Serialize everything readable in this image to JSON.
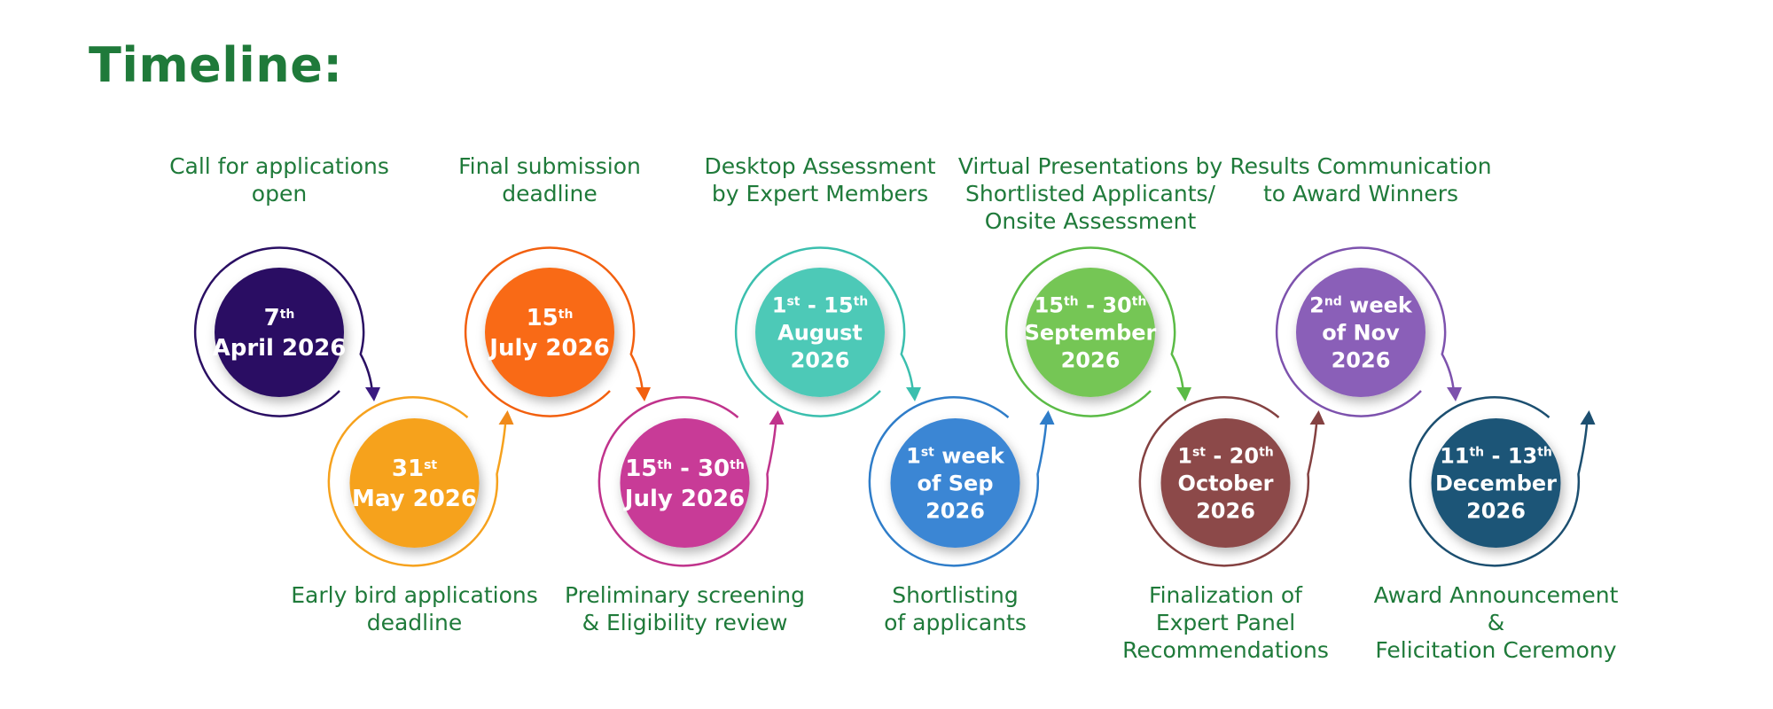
{
  "header": {
    "title": "Timeline:"
  },
  "milestones": [
    {
      "label_lines": [
        "Call for applications",
        "open"
      ],
      "date_lines": [
        [
          [
            "7",
            ""
          ],
          [
            "th",
            "sup"
          ]
        ],
        [
          [
            "April 2026",
            ""
          ]
        ]
      ],
      "color": "#2a0f63",
      "ring": "#2a0f63",
      "arrow": "#3a1a80"
    },
    {
      "label_lines": [
        "Early bird applications",
        "deadline"
      ],
      "date_lines": [
        [
          [
            "31",
            ""
          ],
          [
            "st",
            "sup"
          ]
        ],
        [
          [
            "May 2026",
            ""
          ]
        ]
      ],
      "color": "#f6a21e",
      "ring": "#f6a21e",
      "arrow": "#f08a1a"
    },
    {
      "label_lines": [
        "Final submission",
        "deadline"
      ],
      "date_lines": [
        [
          [
            "15",
            ""
          ],
          [
            "th",
            "sup"
          ]
        ],
        [
          [
            "July 2026",
            ""
          ]
        ]
      ],
      "color": "#f96a12",
      "ring": "#f2600f",
      "arrow": "#f2600f"
    },
    {
      "label_lines": [
        "Preliminary screening",
        "& Eligibility review"
      ],
      "date_lines": [
        [
          [
            "15",
            ""
          ],
          [
            "th",
            "sup"
          ],
          [
            " - 30",
            ""
          ],
          [
            "th",
            "sup"
          ]
        ],
        [
          [
            "July 2026",
            ""
          ]
        ]
      ],
      "color": "#c83b97",
      "ring": "#c0338c",
      "arrow": "#c0338c"
    },
    {
      "label_lines": [
        "Desktop Assessment",
        "by Expert Members"
      ],
      "date_lines": [
        [
          [
            "1",
            ""
          ],
          [
            "st",
            "sup"
          ],
          [
            " - 15",
            ""
          ],
          [
            "th",
            "sup"
          ]
        ],
        [
          [
            "August",
            ""
          ]
        ],
        [
          [
            "2026",
            ""
          ]
        ]
      ],
      "color": "#4ec9b7",
      "ring": "#3bbfae",
      "arrow": "#3bbfae"
    },
    {
      "label_lines": [
        "Shortlisting",
        "of applicants"
      ],
      "date_lines": [
        [
          [
            "1",
            ""
          ],
          [
            "st",
            "sup"
          ],
          [
            " week",
            ""
          ]
        ],
        [
          [
            "of Sep",
            ""
          ]
        ],
        [
          [
            "2026",
            ""
          ]
        ]
      ],
      "color": "#3b86d4",
      "ring": "#2f7dc9",
      "arrow": "#2f7dc9"
    },
    {
      "label_lines": [
        "Virtual Presentations by",
        "Shortlisted Applicants/",
        "Onsite Assessment"
      ],
      "date_lines": [
        [
          [
            "15",
            ""
          ],
          [
            "th",
            "sup"
          ],
          [
            " - 30",
            ""
          ],
          [
            "th",
            "sup"
          ]
        ],
        [
          [
            "September",
            ""
          ]
        ],
        [
          [
            "2026",
            ""
          ]
        ]
      ],
      "color": "#74c655",
      "ring": "#5bbb46",
      "arrow": "#5bbb46"
    },
    {
      "label_lines": [
        "Finalization of",
        "Expert Panel",
        "Recommendations"
      ],
      "date_lines": [
        [
          [
            "1",
            ""
          ],
          [
            "st",
            "sup"
          ],
          [
            " - 20",
            ""
          ],
          [
            "th",
            "sup"
          ]
        ],
        [
          [
            "October",
            ""
          ]
        ],
        [
          [
            "2026",
            ""
          ]
        ]
      ],
      "color": "#8c4a4a",
      "ring": "#844141",
      "arrow": "#844141"
    },
    {
      "label_lines": [
        "Results Communication",
        "to Award Winners"
      ],
      "date_lines": [
        [
          [
            "2",
            ""
          ],
          [
            "nd",
            "sup"
          ],
          [
            " week",
            ""
          ]
        ],
        [
          [
            "of Nov",
            ""
          ]
        ],
        [
          [
            "2026",
            ""
          ]
        ]
      ],
      "color": "#8a5fb8",
      "ring": "#7d52ad",
      "arrow": "#7d52ad"
    },
    {
      "label_lines": [
        "Award Announcement",
        "&",
        "Felicitation Ceremony"
      ],
      "date_lines": [
        [
          [
            "11",
            ""
          ],
          [
            "th",
            "sup"
          ],
          [
            " - 13",
            ""
          ],
          [
            "th",
            "sup"
          ]
        ],
        [
          [
            "December",
            ""
          ]
        ],
        [
          [
            "2026",
            ""
          ]
        ]
      ],
      "color": "#1f5577",
      "ring": "#1c4f70",
      "arrow": "#1c4f70"
    }
  ]
}
